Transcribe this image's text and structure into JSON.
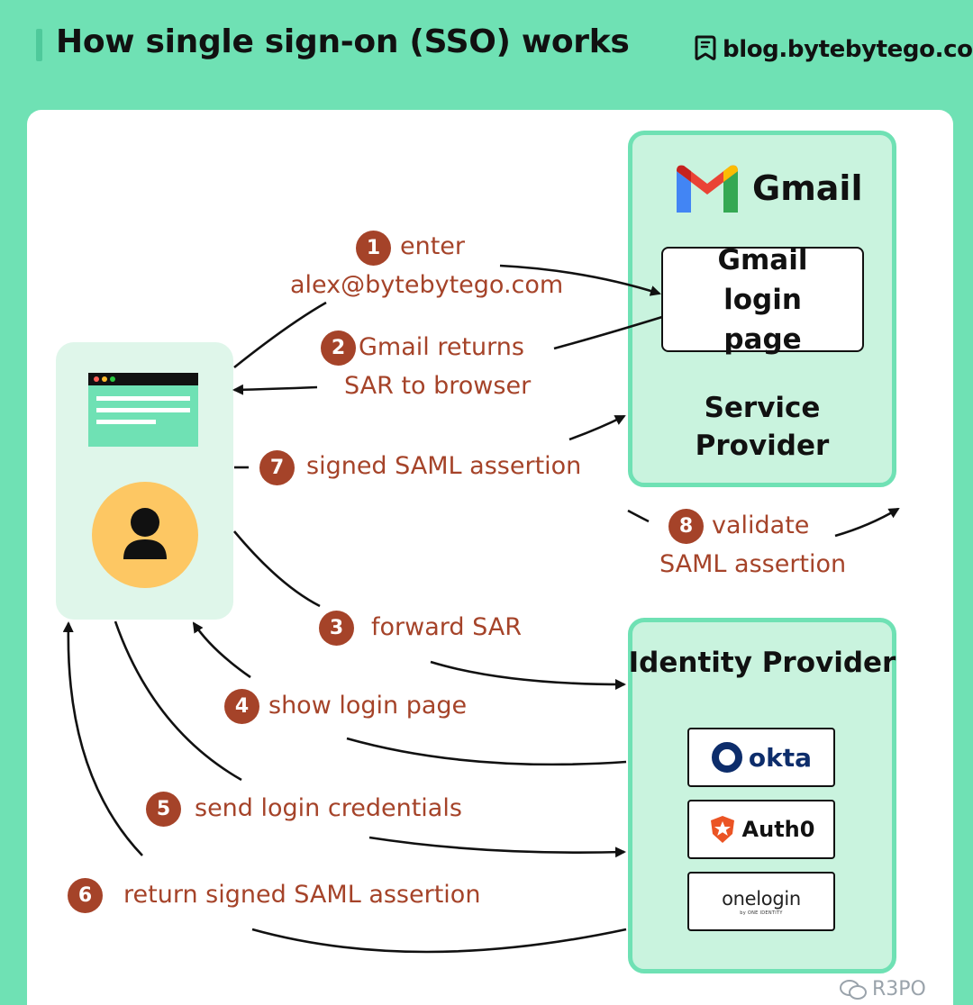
{
  "title": "How single sign-on (SSO) works",
  "brand": "blog.bytebytego.com",
  "service_provider": {
    "app_name": "Gmail",
    "login_page": "Gmail login page",
    "label": "Service\nProvider"
  },
  "identity_provider": {
    "label": "Identity Provider",
    "providers": [
      "okta",
      "Auth0",
      "onelogin"
    ],
    "onelogin_sub": "by ONE IDENTITY"
  },
  "steps": [
    {
      "num": "1",
      "line1": "enter",
      "line2": "alex@bytebytego.com"
    },
    {
      "num": "2",
      "line1": "Gmail returns",
      "line2": "SAR to browser"
    },
    {
      "num": "3",
      "text": "forward SAR"
    },
    {
      "num": "4",
      "text": "show login page"
    },
    {
      "num": "5",
      "text": "send login credentials"
    },
    {
      "num": "6",
      "text": "return signed SAML assertion"
    },
    {
      "num": "7",
      "text": "signed SAML assertion"
    },
    {
      "num": "8",
      "line1": "validate",
      "line2": "SAML assertion"
    }
  ],
  "watermark": "R3PO",
  "colors": {
    "background": "#6fe1b4",
    "panel": "#c9f3de",
    "client": "#dff6ea",
    "step": "#a54329",
    "user": "#fdc763"
  },
  "icons": [
    "book-logo-icon",
    "gmail-logo-icon",
    "browser-window-icon",
    "user-icon",
    "okta-logo-icon",
    "auth0-logo-icon",
    "wechat-icon"
  ]
}
